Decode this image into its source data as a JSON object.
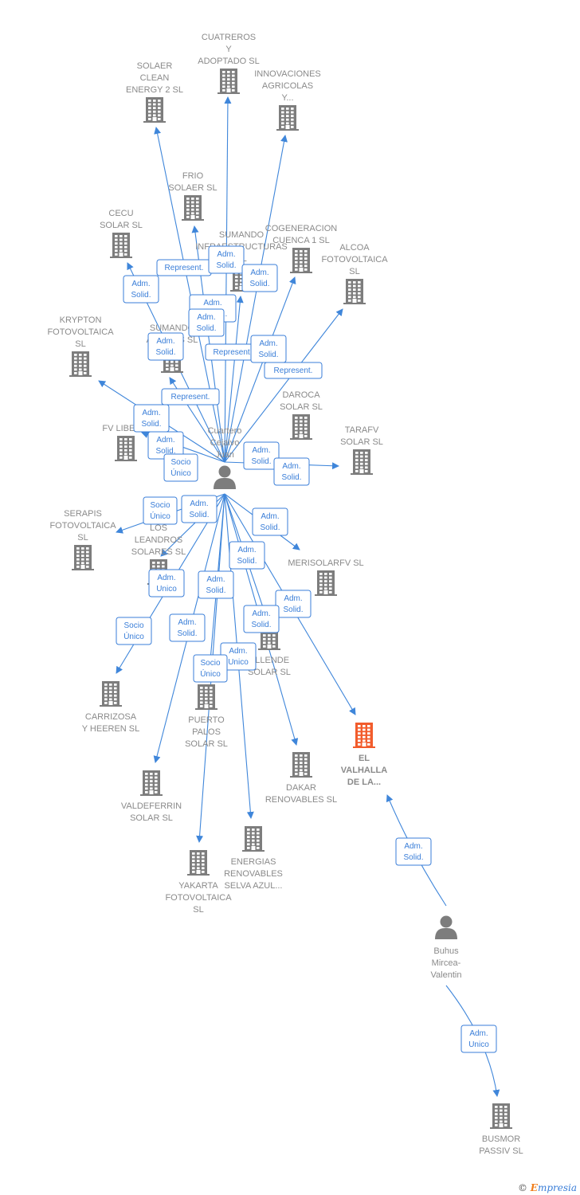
{
  "colors": {
    "edge": "#3f86da",
    "company": "#7d7d7d",
    "focus_company": "#f25c2c",
    "person": "#7d7d7d",
    "label": "#8a8a8a",
    "rel_border": "#3a7ed8"
  },
  "people": [
    {
      "id": "juan",
      "lines": [
        "Cuartero",
        "Cejalvo",
        "Juan"
      ],
      "icon": "person-icon"
    },
    {
      "id": "buhus",
      "lines": [
        "Buhus",
        "Mircea-",
        "Valentin"
      ],
      "icon": "person-icon"
    }
  ],
  "companies": [
    {
      "id": "cuatreros",
      "lines": [
        "CUATREROS",
        "Y",
        "ADOPTADO  SL"
      ],
      "icon": "building-icon"
    },
    {
      "id": "solaer",
      "lines": [
        "SOLAER",
        "CLEAN",
        "ENERGY 2  SL"
      ],
      "icon": "building-icon"
    },
    {
      "id": "innovaciones",
      "lines": [
        "INNOVACIONES",
        "AGRICOLAS",
        "Y..."
      ],
      "icon": "building-icon"
    },
    {
      "id": "frio",
      "lines": [
        "FRIO",
        "SOLAER SL"
      ],
      "icon": "building-icon"
    },
    {
      "id": "cecu",
      "lines": [
        "CECU",
        "SOLAR SL"
      ],
      "icon": "building-icon"
    },
    {
      "id": "sumando_inf",
      "lines": [
        "SUMANDO",
        "INFRAESTRUCTURAS",
        "SL"
      ],
      "icon": "building-icon"
    },
    {
      "id": "cogeneracion",
      "lines": [
        "COGENERACION",
        "CUENCA 1 SL"
      ],
      "icon": "building-icon"
    },
    {
      "id": "alcoa",
      "lines": [
        "ALCOA",
        "FOTOVOLTAICA",
        "SL"
      ],
      "icon": "building-icon"
    },
    {
      "id": "sumando_act",
      "lines": [
        "SUMANDO",
        "ACTIVOS SL"
      ],
      "icon": "building-icon"
    },
    {
      "id": "krypton",
      "lines": [
        "KRYPTON",
        "FOTOVOLTAICA",
        "SL"
      ],
      "icon": "building-icon"
    },
    {
      "id": "daroca",
      "lines": [
        "DAROCA",
        "SOLAR SL"
      ],
      "icon": "building-icon"
    },
    {
      "id": "fvliberia",
      "lines": [
        "FV LIBERIA"
      ],
      "icon": "building-icon"
    },
    {
      "id": "tarafv",
      "lines": [
        "TARAFV",
        "SOLAR SL"
      ],
      "icon": "building-icon"
    },
    {
      "id": "serapis",
      "lines": [
        "SERAPIS",
        "FOTOVOLTAICA",
        "SL"
      ],
      "icon": "building-icon"
    },
    {
      "id": "leandros",
      "lines": [
        "LOS",
        "LEANDROS",
        "SOLARES SL"
      ],
      "icon": "building-icon"
    },
    {
      "id": "merisolar",
      "lines": [
        "MERISOLARFV SL"
      ],
      "icon": "building-icon"
    },
    {
      "id": "allende",
      "lines": [
        "ALLENDE",
        "SOLAR SL"
      ],
      "icon": "building-icon"
    },
    {
      "id": "carrizosa",
      "lines": [
        "CARRIZOSA",
        "Y HEEREN SL"
      ],
      "icon": "building-icon"
    },
    {
      "id": "puerto",
      "lines": [
        "PUERTO",
        "PALOS",
        "SOLAR SL"
      ],
      "icon": "building-icon"
    },
    {
      "id": "valhalla",
      "lines": [
        "EL",
        "VALHALLA",
        "DE LA..."
      ],
      "icon": "building-icon",
      "focus": true
    },
    {
      "id": "dakar",
      "lines": [
        "DAKAR",
        "RENOVABLES SL"
      ],
      "icon": "building-icon"
    },
    {
      "id": "valdeferrin",
      "lines": [
        "VALDEFERRIN",
        "SOLAR SL"
      ],
      "icon": "building-icon"
    },
    {
      "id": "energias",
      "lines": [
        "ENERGIAS",
        "RENOVABLES",
        "SELVA AZUL..."
      ],
      "icon": "building-icon"
    },
    {
      "id": "yakarta",
      "lines": [
        "YAKARTA",
        "FOTOVOLTAICA",
        "SL"
      ],
      "icon": "building-icon"
    },
    {
      "id": "busmor",
      "lines": [
        "BUSMOR",
        "PASSIV  SL"
      ],
      "icon": "building-icon"
    }
  ],
  "relations": [
    {
      "lines": [
        "Adm.",
        "Solid."
      ]
    },
    {
      "lines": [
        "Represent."
      ]
    },
    {
      "lines": [
        "Adm.",
        "Solid."
      ]
    },
    {
      "lines": [
        "Adm.",
        "Solid."
      ]
    },
    {
      "lines": [
        "Adm.",
        "Unico,..."
      ]
    },
    {
      "lines": [
        "Adm.",
        "Solid."
      ]
    },
    {
      "lines": [
        "Adm.",
        "Solid."
      ]
    },
    {
      "lines": [
        "Represent."
      ]
    },
    {
      "lines": [
        "Adm.",
        "Solid."
      ]
    },
    {
      "lines": [
        "Represent."
      ]
    },
    {
      "lines": [
        "Represent."
      ]
    },
    {
      "lines": [
        "Adm.",
        "Solid."
      ]
    },
    {
      "lines": [
        "Adm.",
        "Solid."
      ]
    },
    {
      "lines": [
        "Socio",
        "Único"
      ]
    },
    {
      "lines": [
        "Adm.",
        "Solid."
      ]
    },
    {
      "lines": [
        "Adm.",
        "Solid."
      ]
    },
    {
      "lines": [
        "Socio",
        "Único"
      ]
    },
    {
      "lines": [
        "Adm.",
        "Solid."
      ]
    },
    {
      "lines": [
        "Adm.",
        "Solid."
      ]
    },
    {
      "lines": [
        "Adm.",
        "Solid."
      ]
    },
    {
      "lines": [
        "Adm.",
        "Unico"
      ]
    },
    {
      "lines": [
        "Adm.",
        "Solid."
      ]
    },
    {
      "lines": [
        "Adm.",
        "Solid."
      ]
    },
    {
      "lines": [
        "Socio",
        "Único"
      ]
    },
    {
      "lines": [
        "Adm.",
        "Solid."
      ]
    },
    {
      "lines": [
        "Adm.",
        "Solid."
      ]
    },
    {
      "lines": [
        "Adm.",
        "Unico"
      ]
    },
    {
      "lines": [
        "Socio",
        "Único"
      ]
    },
    {
      "lines": [
        "Adm.",
        "Solid."
      ]
    },
    {
      "lines": [
        "Adm.",
        "Unico"
      ]
    }
  ],
  "footer": {
    "copyright": "©",
    "brand_initial": "E",
    "brand_rest": "mpresia"
  }
}
